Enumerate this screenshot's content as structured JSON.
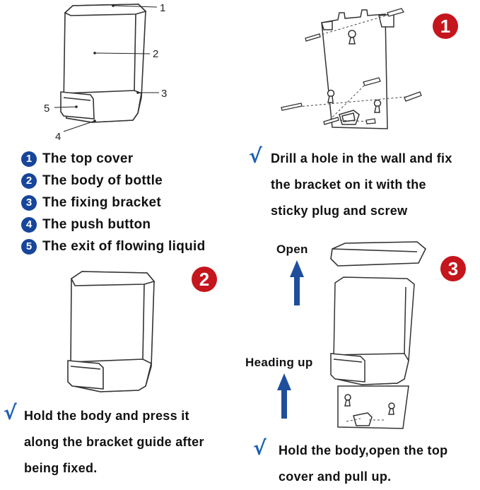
{
  "callouts": [
    "1",
    "2",
    "3",
    "4",
    "5"
  ],
  "parts": [
    {
      "num": "1",
      "label": "The top cover"
    },
    {
      "num": "2",
      "label": "The body of bottle"
    },
    {
      "num": "3",
      "label": "The fixing bracket"
    },
    {
      "num": "4",
      "label": "The push button"
    },
    {
      "num": "5",
      "label": "The exit of flowing liquid"
    }
  ],
  "steps": [
    {
      "badge": "1",
      "check": "√",
      "lines": [
        "Drill a hole in the wall and fix",
        "the bracket on it with the",
        "sticky plug and screw"
      ]
    },
    {
      "badge": "2",
      "check": "√",
      "lines": [
        "Hold the body and press it",
        "along the bracket guide after",
        "being fixed."
      ]
    },
    {
      "badge": "3",
      "check": "√",
      "lines": [
        "Hold the body,open the top",
        "cover and pull up."
      ]
    }
  ],
  "arrows": {
    "open": "Open",
    "heading_up": "Heading up"
  },
  "colors": {
    "badge_red": "#c4161c",
    "number_blue": "#17459b",
    "check_blue": "#1d5fb0",
    "arrow_blue": "#1f4f9c",
    "line": "#333333"
  }
}
